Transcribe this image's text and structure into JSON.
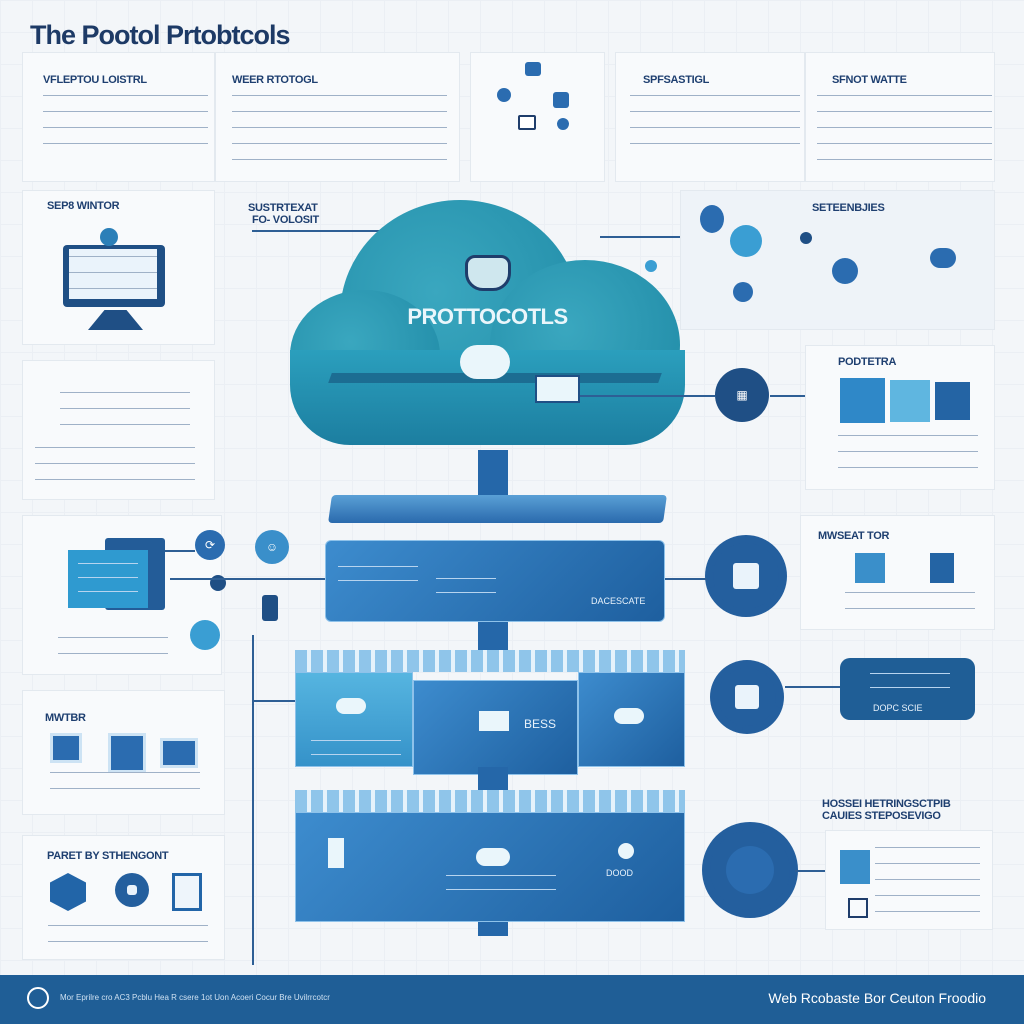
{
  "title": "The Pootol Prtobtcols",
  "top_panels": [
    {
      "heading": "VFLEPTOU LOISTRL"
    },
    {
      "heading": "WEER RTOTOGL"
    },
    {
      "heading": "SPFSASTIGL"
    },
    {
      "heading": "SFNOT WATTE"
    }
  ],
  "left": {
    "monitor_heading": "SEP8 WINTOR",
    "mid_heading": "MWTBR",
    "bottom_heading": "PARET BY STHENGONT"
  },
  "center": {
    "sub_heading_1": "SUSTRTEXAT",
    "sub_heading_2": "FO- VOLOSIT",
    "cloud_label": "PROTTOCOTLS",
    "layer2_label": "DACESCATE",
    "layer3_label": "BESS",
    "layer4_label": "DOOD"
  },
  "right": {
    "top_heading": "SETEENBJIES",
    "panel_heading": "PODTETRA",
    "gear_heading": "MWSEAT TOR",
    "pill_label": "DOPC SCIE",
    "bottom_heading_1": "HOSSEI HETRINGSCTPIB",
    "bottom_heading_2": "CAUIES STEPOSEVIGO"
  },
  "footer": {
    "left_text": "Mor Eprilre cro AC3 Pcblu Hea R csere 1ot Uon Acoeri Cocur Bre Uvilrrcotcr",
    "right_text": "Web Rcobaste Bor Ceuton Froodio"
  },
  "colors": {
    "primary": "#1f5e96",
    "teal": "#1f8aa6",
    "text": "#1d3a66"
  }
}
